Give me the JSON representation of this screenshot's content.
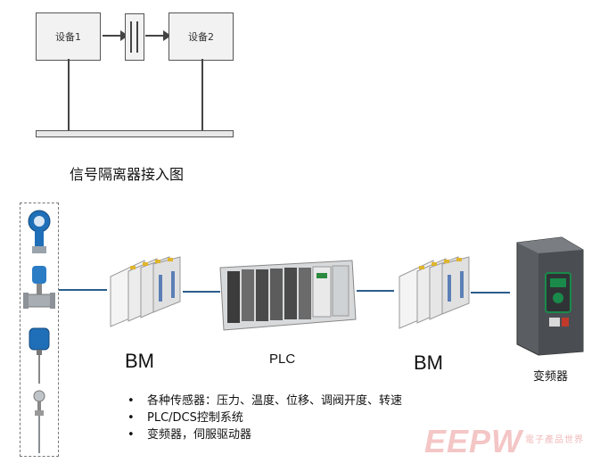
{
  "top_diagram": {
    "device1": "设备1",
    "device2": "设备2",
    "caption": "信号隔离器接入图"
  },
  "bottom_diagram": {
    "bm_left": "BM",
    "plc": "PLC",
    "bm_right": "BM",
    "vfd": "变频器",
    "bullets": [
      "各种传感器：压力、温度、位移、调阀开度、转速",
      "PLC/DCS控制系统",
      "变频器，伺服驱动器"
    ]
  },
  "watermark": {
    "brand": "EEPW",
    "tagline": "電子產品世界"
  }
}
